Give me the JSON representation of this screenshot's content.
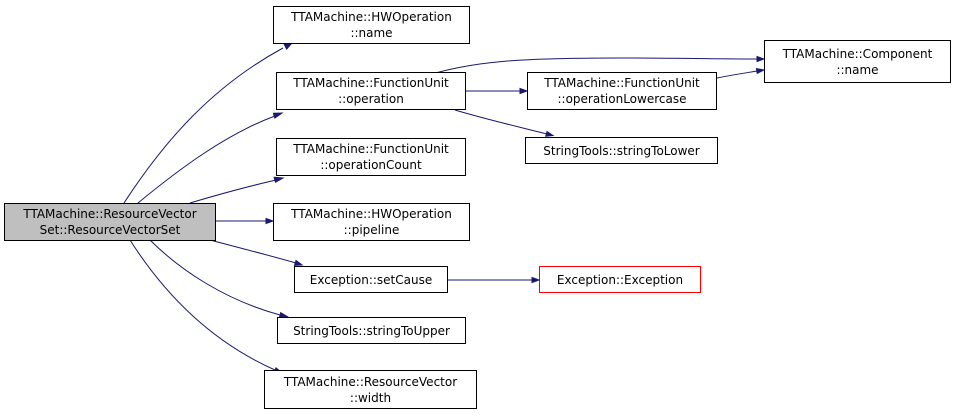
{
  "nodes": {
    "root": [
      "TTAMachine::ResourceVector",
      "Set::ResourceVectorSet"
    ],
    "hwop_name": [
      "TTAMachine::HWOperation",
      "::name"
    ],
    "fu_operation": [
      "TTAMachine::FunctionUnit",
      "::operation"
    ],
    "fu_operation_count": [
      "TTAMachine::FunctionUnit",
      "::operationCount"
    ],
    "hwop_pipeline": [
      "TTAMachine::HWOperation",
      "::pipeline"
    ],
    "exception_setcause": [
      "Exception::setCause"
    ],
    "stringtools_toupper": [
      "StringTools::stringToUpper"
    ],
    "rv_width": [
      "TTAMachine::ResourceVector",
      "::width"
    ],
    "fu_operation_lowercase": [
      "TTAMachine::FunctionUnit",
      "::operationLowercase"
    ],
    "stringtools_tolower": [
      "StringTools::stringToLower"
    ],
    "component_name": [
      "TTAMachine::Component",
      "::name"
    ],
    "exception_exception": [
      "Exception::Exception"
    ]
  },
  "colors": {
    "edge": "#191970",
    "root_fill": "#bfbfbf",
    "truncated_border": "#ff0000"
  }
}
